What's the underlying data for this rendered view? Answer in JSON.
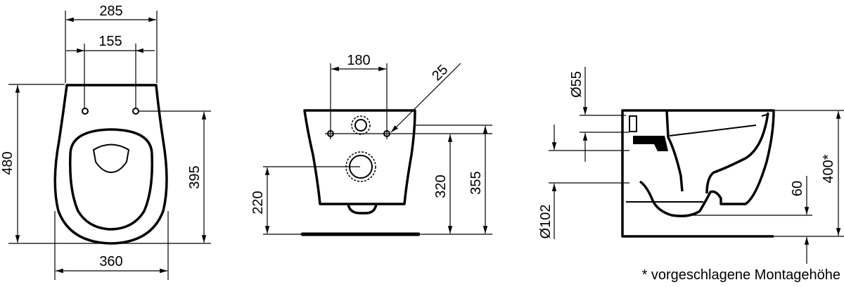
{
  "top_view": {
    "width_rim": "285",
    "hinge_spacing": "155",
    "length": "480",
    "hinge_to_front": "395",
    "width_bowl": "360"
  },
  "front_view": {
    "fixing_spacing": "180",
    "fixing_diameter": "25",
    "outlet_height": "220",
    "fixing_height": "320",
    "top_height": "355"
  },
  "side_view": {
    "inlet_diameter": "Ø55",
    "outlet_diameter": "Ø102",
    "bottom_clearance": "60",
    "mounting_height": "400*"
  },
  "footnote": "* vorgeschlagene Montagehöhe",
  "colors": {
    "line": "#000000",
    "background": "#ffffff"
  }
}
